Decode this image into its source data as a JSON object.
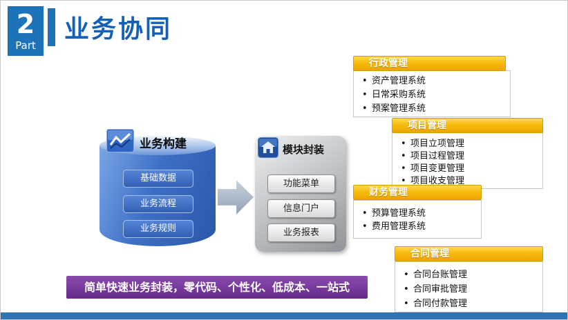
{
  "slide": {
    "part_number": "2",
    "part_label": "Part",
    "title": "业务协同",
    "banner": "简单快速业务封装，零代码、个性化、低成本、一站式"
  },
  "business_build": {
    "title": "业务构建",
    "items": [
      "基础数据",
      "业务流程",
      "业务规则"
    ]
  },
  "module_package": {
    "title": "模块封装",
    "items": [
      "功能菜单",
      "信息门户",
      "业务报表"
    ]
  },
  "systems": [
    {
      "title": "行政管理",
      "items": [
        "资产管理系统",
        "日常采购系统",
        "预案管理系统"
      ]
    },
    {
      "title": "项目管理",
      "items": [
        "项目立项管理",
        "项目过程管理",
        "项目变更管理",
        "项目收支管理"
      ]
    },
    {
      "title": "财务管理",
      "items": [
        "预算管理系统",
        "费用管理系统"
      ]
    },
    {
      "title": "合同管理",
      "items": [
        "合同台账管理",
        "合同审批管理",
        "合同付款管理"
      ]
    }
  ],
  "icons": {
    "business_build": "chart-icon",
    "module_package": "module-icon"
  },
  "colors": {
    "accent_blue": "#1e72b8",
    "title_blue": "#1460b7",
    "cylinder_blue": "#3e6fc6",
    "gold": "#f7bb0c",
    "purple": "#662b8c",
    "footer_blue": "#2e74b5"
  }
}
